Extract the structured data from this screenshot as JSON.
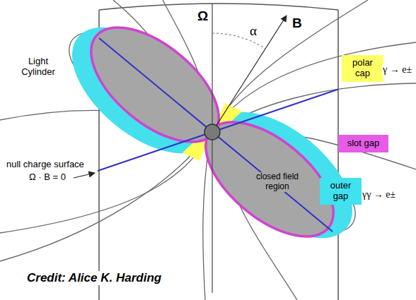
{
  "diagram": {
    "caption": "Credit: Alice K. Harding",
    "nodes": [
      {
        "text": [
          "polar cap"
        ]
      },
      {
        "text": [
          "slot gap"
        ]
      },
      {
        "text": [
          "outer gap"
        ]
      }
    ],
    "labels": [
      "Light Cylinder",
      "Ω",
      "α",
      "B",
      "γ → e±",
      "γγ → e±",
      "null charge surface",
      "Ω · B = 0",
      "closed field region"
    ]
  }
}
